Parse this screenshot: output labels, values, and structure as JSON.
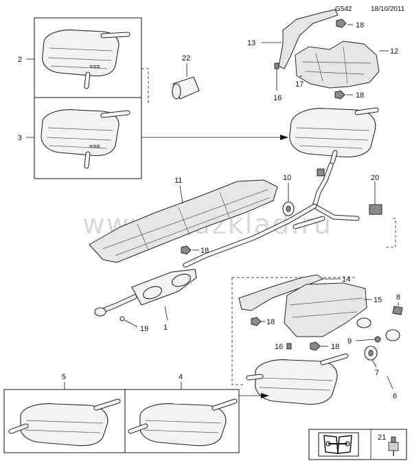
{
  "header": {
    "group_code": "G542",
    "date": "18/10/2011"
  },
  "watermark": "www.gruzklad.ru",
  "callouts": {
    "c1": "1",
    "c2": "2",
    "c3": "3",
    "c4": "4",
    "c5": "5",
    "c6": "6",
    "c7": "7",
    "c8": "8",
    "c9": "9",
    "c10": "10",
    "c11": "11",
    "c12": "12",
    "c13": "13",
    "c14": "14",
    "c15": "15",
    "c16a": "16",
    "c16b": "16",
    "c17": "17",
    "c18a": "18",
    "c18b": "18",
    "c18c": "18",
    "c18d": "18",
    "c18e": "18",
    "c19": "19",
    "c20": "20",
    "c21": "21",
    "c22": "22"
  },
  "legend": {
    "manual_icon": "book-wrench-icon",
    "connector_icon": "connector-plug-icon"
  }
}
